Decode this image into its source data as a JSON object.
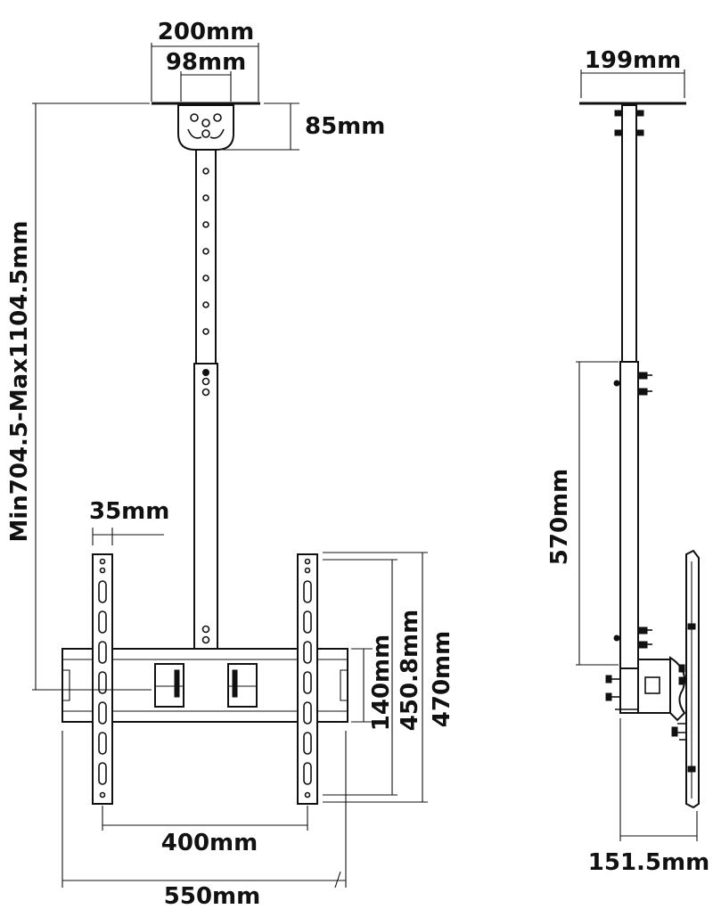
{
  "dimensions": {
    "plate_width": "200mm",
    "plate_hole_spacing": "98mm",
    "plate_height": "85mm",
    "pole_length": "Min704.5-Max1104.5mm",
    "strip_width": "35mm",
    "vesa_horizontal": "400mm",
    "bracket_width": "550mm",
    "bar_height": "140mm",
    "vesa_vertical": "450.8mm",
    "strip_height": "470mm",
    "side_plate_width": "199mm",
    "side_extension": "570mm",
    "side_depth": "151.5mm"
  },
  "colors": {
    "line": "#111111",
    "background": "#ffffff"
  }
}
